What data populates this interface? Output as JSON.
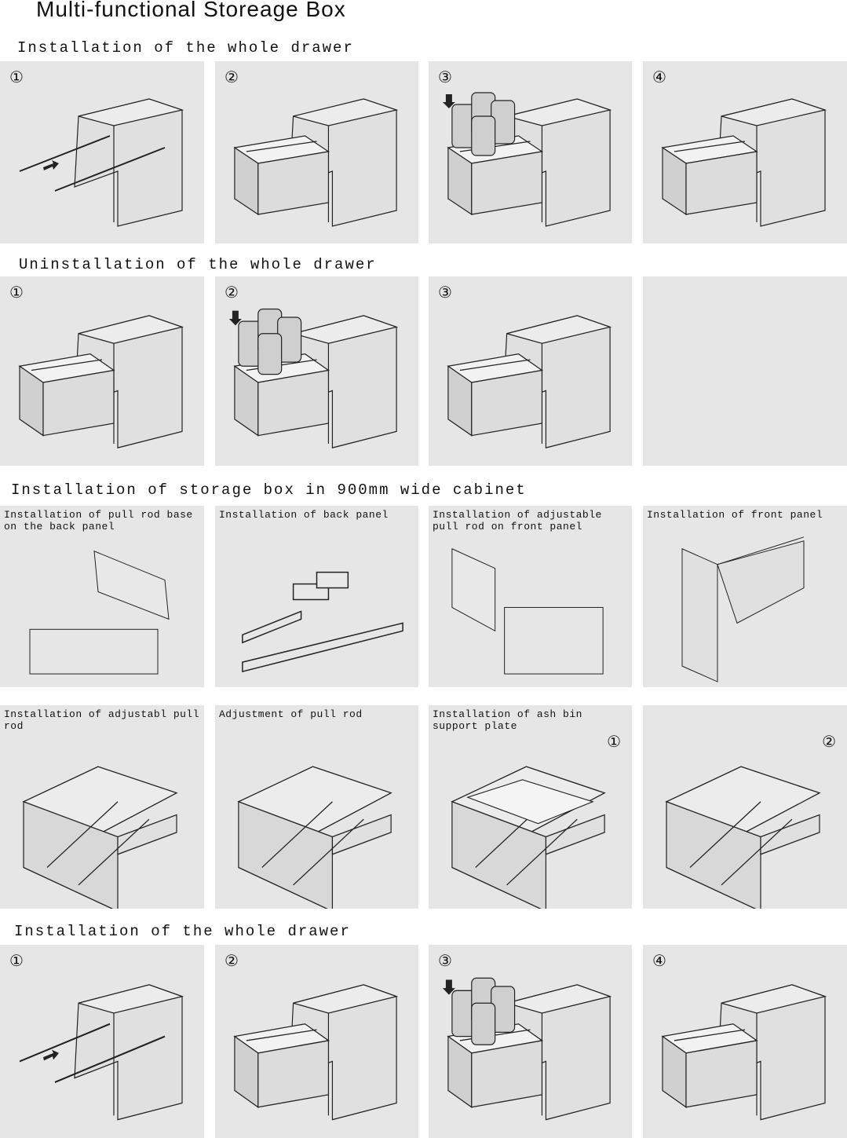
{
  "title": "Multi-functional Storeage Box",
  "sections": [
    {
      "heading": "Installation of the whole drawer",
      "panels": [
        {
          "step": "①"
        },
        {
          "step": "②"
        },
        {
          "step": "③"
        },
        {
          "step": "④"
        }
      ]
    },
    {
      "heading": "Uninstallation of the whole drawer",
      "panels": [
        {
          "step": "①"
        },
        {
          "step": "②"
        },
        {
          "step": "③"
        },
        {
          "step": ""
        }
      ]
    },
    {
      "heading": "Installation of storage box in 900mm wide cabinet",
      "panels": [
        {
          "caption": "Installation of pull rod base on the back panel"
        },
        {
          "caption": "Installation of back panel"
        },
        {
          "caption": "Installation of adjustable pull rod on front panel"
        },
        {
          "caption": "Installation of front panel"
        }
      ]
    },
    {
      "heading": "",
      "panels": [
        {
          "caption": "Installation of adjustabl pull rod"
        },
        {
          "caption": "Adjustment of pull rod"
        },
        {
          "caption": "Installation of ash bin support plate",
          "step": "①"
        },
        {
          "caption": "",
          "step": "②"
        }
      ]
    },
    {
      "heading": "Installation of the whole drawer",
      "panels": [
        {
          "step": "①"
        },
        {
          "step": "②"
        },
        {
          "step": "③"
        },
        {
          "step": "④"
        }
      ]
    }
  ],
  "colors": {
    "panel_bg": "#e6e6e6",
    "cabinet": "#d8d8d8",
    "line": "#222222"
  }
}
